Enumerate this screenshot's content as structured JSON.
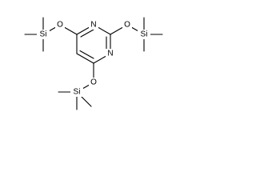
{
  "molecule": {
    "atoms": [
      {
        "id": "N1",
        "label": "N"
      },
      {
        "id": "N3",
        "label": "N"
      },
      {
        "id": "O2",
        "label": "O"
      },
      {
        "id": "O4",
        "label": "O"
      },
      {
        "id": "O6",
        "label": "O"
      },
      {
        "id": "Si2",
        "label": "Si"
      },
      {
        "id": "Si4",
        "label": "Si"
      },
      {
        "id": "Si6",
        "label": "Si"
      }
    ]
  }
}
